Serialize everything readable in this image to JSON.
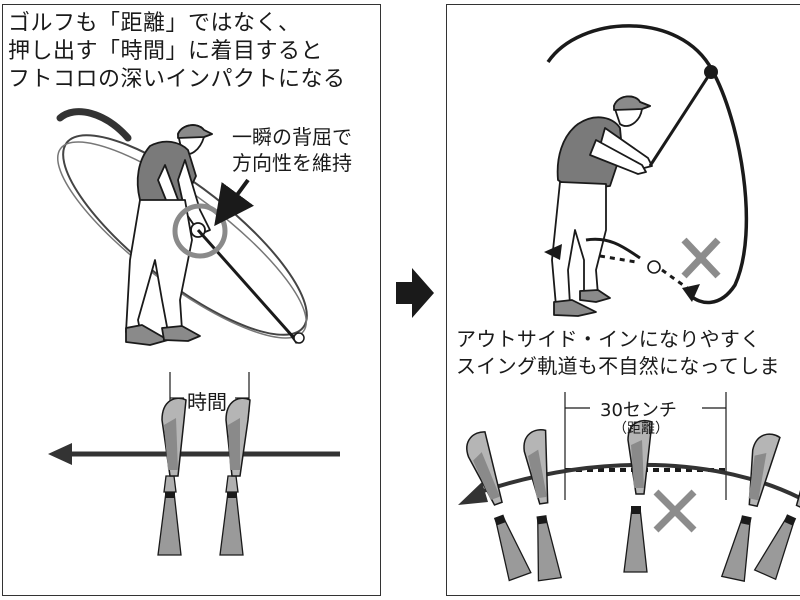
{
  "left_panel": {
    "caption": "ゴルフも「距離」ではなく、\n押し出す「時間」に着目すると\nフトコロの深いインパクトになる",
    "callout": "一瞬の背屈で\n方向性を維持",
    "time_label": "時間"
  },
  "right_panel": {
    "caption": "アウトサイド・インになりやすく\nスイング軌道も不自然になってしま",
    "distance_label": "30センチ",
    "distance_sub": "（距離）"
  },
  "colors": {
    "line": "#1a1a1a",
    "club_gray": "#9a9a9a",
    "shirt_gray": "#7a7a7a",
    "cross_gray": "#8c8c8c",
    "circle_gray": "#8a8a8a"
  },
  "icons": {
    "transition": "right-arrow-icon",
    "wrong": "cross-mark-icon"
  }
}
